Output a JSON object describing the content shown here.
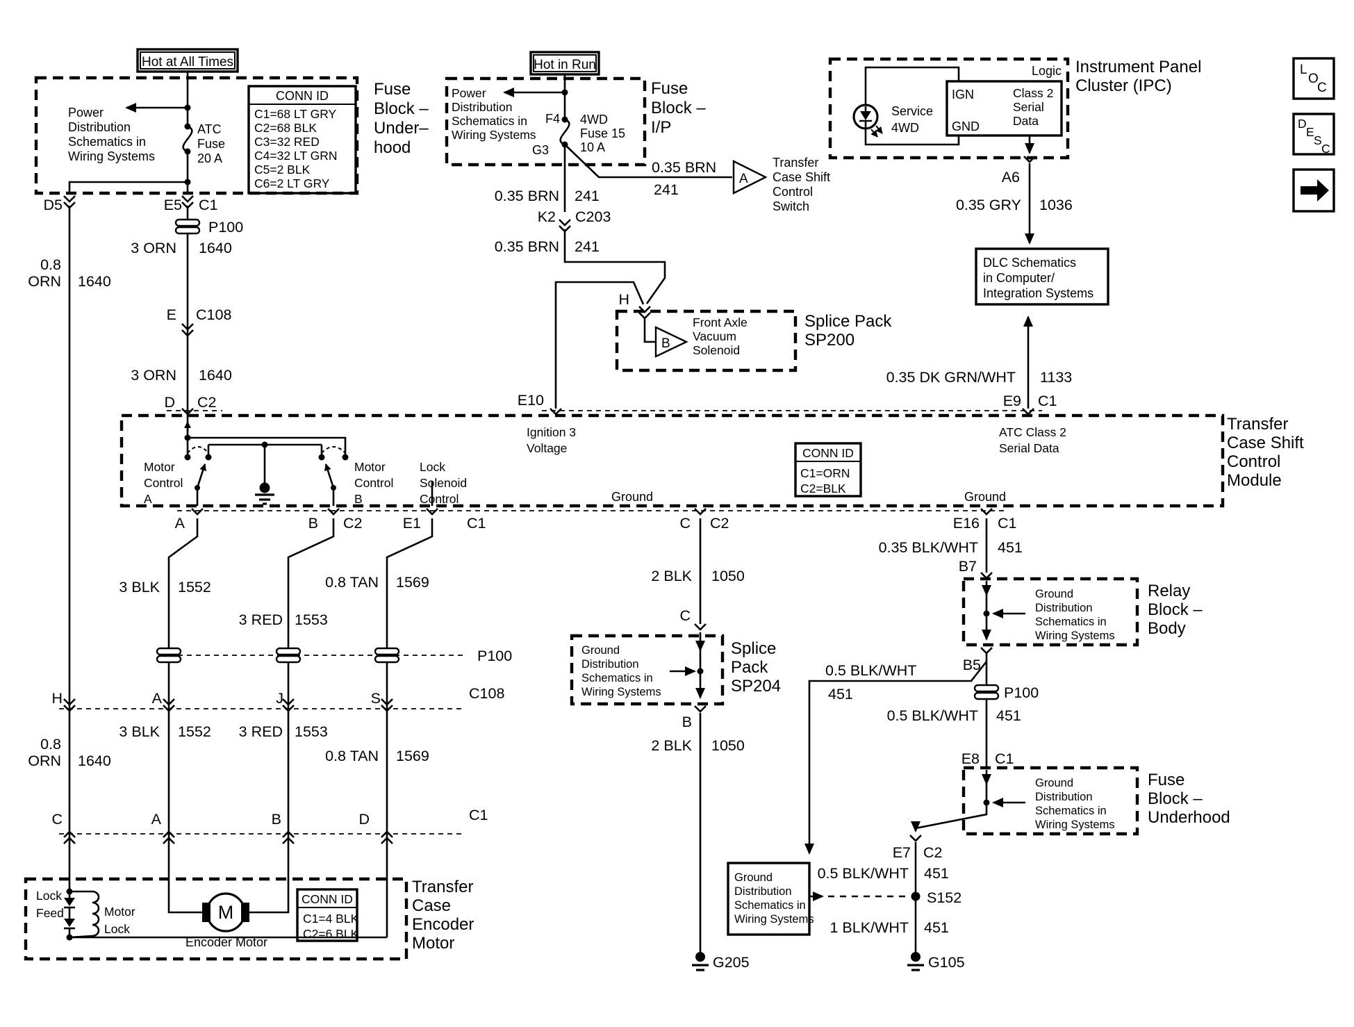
{
  "nav": {
    "loc": [
      "L",
      "O",
      "C"
    ],
    "desc": [
      "D",
      "E",
      "S",
      "C"
    ]
  },
  "banners": {
    "all_times": "Hot at All Times",
    "in_run": "Hot in Run"
  },
  "notes": {
    "power": [
      "Power",
      "Distribution",
      "Schematics in",
      "Wiring Systems"
    ],
    "ground": [
      "Ground",
      "Distribution",
      "Schematics in",
      "Wiring Systems"
    ]
  },
  "fb_uh": {
    "fuse": [
      "ATC",
      "Fuse",
      "20 A"
    ],
    "label": [
      "Fuse",
      "Block –",
      "Under–",
      "hood"
    ],
    "conn": {
      "title": "CONN ID",
      "rows": [
        "C1=68 LT GRY",
        "C2=68 BLK",
        "C3=32 RED",
        "C4=32 LT GRN",
        "C5=2 BLK",
        "C6=2 LT GRY"
      ]
    }
  },
  "fb_ip": {
    "fuse": [
      "4WD",
      "Fuse 15",
      "10 A"
    ],
    "label": [
      "Fuse",
      "Block –",
      "I/P"
    ],
    "f4": "F4",
    "g3": "G3"
  },
  "ipc": {
    "label": [
      "Instrument Panel",
      "Cluster (IPC)"
    ],
    "logic": "Logic",
    "ign": "IGN",
    "gnd": "GND",
    "class2": [
      "Class 2",
      "Serial",
      "Data"
    ],
    "service": [
      "Service",
      "4WD"
    ]
  },
  "dlc": [
    "DLC Schematics",
    "in Computer/",
    "Integration Systems"
  ],
  "tccs": {
    "tag": "A",
    "label": [
      "Transfer",
      "Case Shift",
      "Control",
      "Switch"
    ]
  },
  "sp200": {
    "tag": "B",
    "sol": [
      "Front Axle",
      "Vacuum",
      "Solenoid"
    ],
    "label": [
      "Splice Pack",
      "SP200"
    ]
  },
  "sp204": {
    "label": [
      "Splice",
      "Pack",
      "SP204"
    ]
  },
  "relay": {
    "label": [
      "Relay",
      "Block –",
      "Body"
    ]
  },
  "fb_uh2": {
    "label": [
      "Fuse",
      "Block –",
      "Underhood"
    ]
  },
  "module": {
    "label": [
      "Transfer",
      "Case Shift",
      "Control",
      "Module"
    ],
    "motor_a": [
      "Motor",
      "Control",
      "A"
    ],
    "motor_b": [
      "Motor",
      "Control",
      "B"
    ],
    "lock": [
      "Lock",
      "Solenoid",
      "Control"
    ],
    "ign3": [
      "Ignition 3",
      "Voltage"
    ],
    "ground": "Ground",
    "atc": [
      "ATC Class 2",
      "Serial Data"
    ],
    "conn": {
      "title": "CONN ID",
      "rows": [
        "C1=ORN",
        "C2=BLK"
      ]
    }
  },
  "enc": {
    "label": [
      "Transfer",
      "Case",
      "Encoder",
      "Motor"
    ],
    "lock_feed": [
      "Lock",
      "Feed"
    ],
    "motor_lock": [
      "Motor",
      "Lock"
    ],
    "m": "M",
    "name": "Encoder Motor",
    "conn": {
      "title": "CONN ID",
      "rows": [
        "C1=4 BLK",
        "C2=6 BLK"
      ]
    }
  },
  "w": {
    "brn": "0.35 BRN",
    "n241": "241",
    "gry": "0.35 GRY",
    "n1036": "1036",
    "dkgrn": "0.35 DK GRN/WHT",
    "n1133": "1133",
    "orn3": "3 ORN",
    "n1640": "1640",
    "o08": "0.8",
    "orn": "ORN",
    "blk3": "3 BLK",
    "n1552": "1552",
    "red3": "3 RED",
    "n1553": "1553",
    "tan": "0.8 TAN",
    "n1569": "1569",
    "blk2": "2 BLK",
    "n1050": "1050",
    "bw035": "0.35 BLK/WHT",
    "bw05": "0.5 BLK/WHT",
    "bw1": "1 BLK/WHT",
    "n451": "451"
  },
  "t": {
    "d5": "D5",
    "e5": "E5",
    "c1": "C1",
    "c2": "C2",
    "p100": "P100",
    "e": "E",
    "c108": "C108",
    "d": "D",
    "k2": "K2",
    "c203": "C203",
    "a6": "A6",
    "h": "H",
    "e10": "E10",
    "e9": "E9",
    "e16": "E16",
    "b7": "B7",
    "b5": "B5",
    "e8": "E8",
    "e7": "E7",
    "a": "A",
    "b": "B",
    "c": "C",
    "j": "J",
    "s": "S",
    "e1": "E1",
    "s152": "S152",
    "g205": "G205",
    "g105": "G105"
  }
}
